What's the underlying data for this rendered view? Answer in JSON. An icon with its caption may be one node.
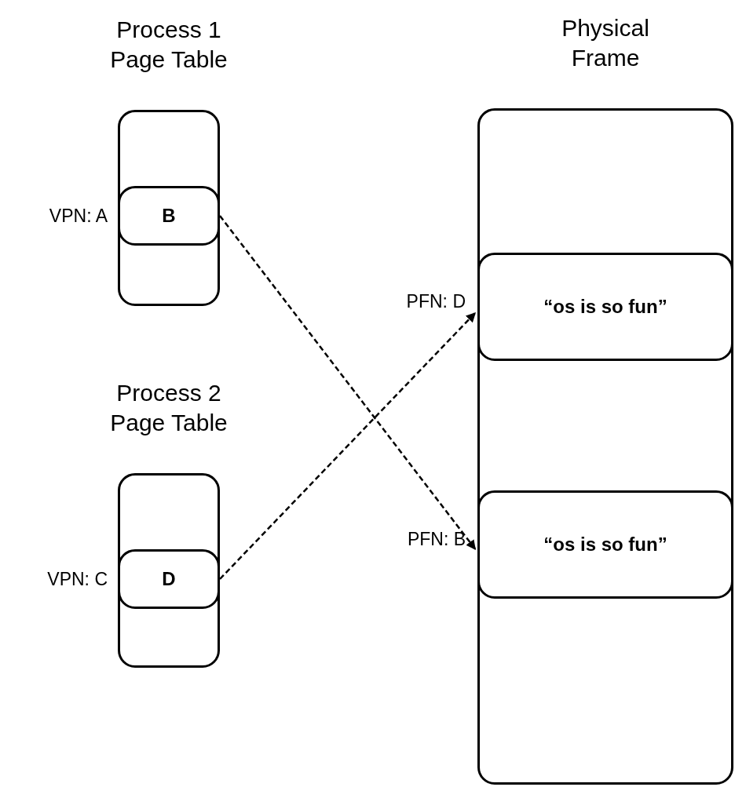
{
  "diagram": {
    "nodes": [
      {
        "text": [
          "Process 1 Page Table"
        ]
      },
      {
        "text": [
          "B"
        ],
        "in": 0,
        "beside": [
          "VPN: A"
        ]
      },
      {
        "text": [
          "Process 2 Page Table"
        ]
      },
      {
        "text": [
          "D"
        ],
        "in": 2,
        "beside": [
          "VPN: C"
        ]
      },
      {
        "text": [
          "Physical Frame"
        ]
      },
      {
        "text": [
          "“os is so fun”"
        ],
        "in": 4,
        "beside": [
          "PFN: D"
        ]
      },
      {
        "text": [
          "“os is so fun”"
        ],
        "in": 4,
        "beside": [
          "PFN: B"
        ]
      }
    ],
    "edges": [
      {
        "from": 1,
        "to": 6,
        "arrow": "to",
        "style": "dashed"
      },
      {
        "from": 3,
        "to": 5,
        "arrow": "to",
        "style": "dashed"
      }
    ]
  }
}
